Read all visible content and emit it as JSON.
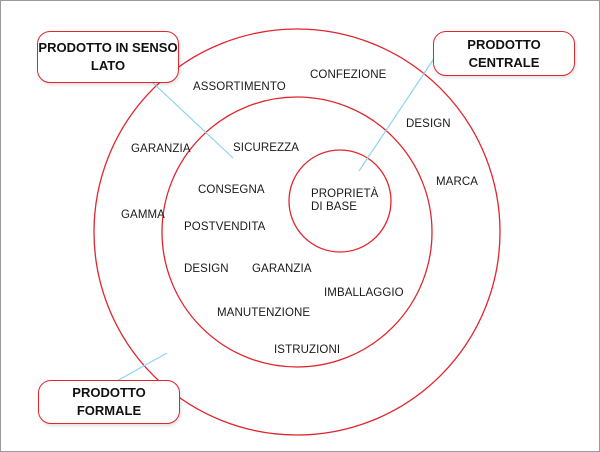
{
  "callouts": {
    "augmented": "PRODOTTO IN SENSO LATO",
    "core": "PRODOTTO CENTRALE",
    "formal": "PRODOTTO FORMALE"
  },
  "core_ring": {
    "label": "PROPRIETÀ DI BASE"
  },
  "middle_ring": {
    "items": [
      "SICUREZZA",
      "CONSEGNA",
      "POSTVENDITA",
      "DESIGN",
      "GARANZIA",
      "MANUTENZIONE",
      "IMBALLAGGIO",
      "ISTRUZIONI"
    ]
  },
  "outer_ring": {
    "items": [
      "ASSORTIMENTO",
      "CONFEZIONE",
      "DESIGN",
      "GARANZIA",
      "MARCA",
      "GAMMA"
    ]
  },
  "colors": {
    "ring_stroke": "#e0262f",
    "leader_line": "#8fd3f4"
  }
}
